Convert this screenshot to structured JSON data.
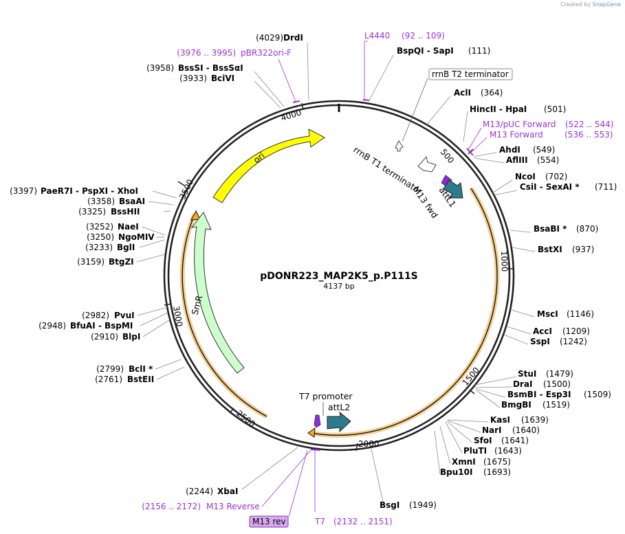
{
  "watermark": {
    "prefix": "Created by",
    "brand": "SnapGene"
  },
  "plasmid": {
    "name": "pDONR223_MAP2K5_p.P111S",
    "length": "4137 bp"
  },
  "ticks": [
    "500",
    "1000",
    "1500",
    "2000",
    "2500",
    "3000",
    "3500",
    "4000"
  ],
  "features": {
    "ori": "ori",
    "smr": "SmR",
    "rrnb_t1": "rrnB T1 terminator",
    "rrnb_t2": "rrnB T2 terminator",
    "m13_fwd": "M13 fwd",
    "attl1": "attL1",
    "t7_promoter": "T7 promoter",
    "attl2": "attL2",
    "m13_rev_box": "M13 rev"
  },
  "sites": [
    {
      "id": "drdi",
      "name": "DrdI",
      "pos": "(4029)"
    },
    {
      "id": "l4440",
      "name": "L4440",
      "pos": "(92 .. 109)"
    },
    {
      "id": "bspqi",
      "name": "BspQI  -  SapI",
      "pos": "(111)"
    },
    {
      "id": "pbr322",
      "name": "pBR322ori-F",
      "pos": "(3976 .. 3995)"
    },
    {
      "id": "bsssi",
      "name": "BssSI  -  BssSαI",
      "pos": "(3958)"
    },
    {
      "id": "bcivi",
      "name": "BciVI",
      "pos": "(3933)"
    },
    {
      "id": "acli",
      "name": "AclI",
      "pos": "(364)"
    },
    {
      "id": "hincii",
      "name": "HincII  -  HpaI",
      "pos": "(501)"
    },
    {
      "id": "m13puc",
      "name": "M13/pUC Forward",
      "pos": "(522 .. 544)"
    },
    {
      "id": "m13f",
      "name": "M13 Forward",
      "pos": "(536 .. 553)"
    },
    {
      "id": "ahdi",
      "name": "AhdI",
      "pos": "(549)"
    },
    {
      "id": "afliii",
      "name": "AflIII",
      "pos": "(554)"
    },
    {
      "id": "ncoi",
      "name": "NcoI",
      "pos": "(702)"
    },
    {
      "id": "csii",
      "name": "CsiI  -  SexAI *",
      "pos": "(711)"
    },
    {
      "id": "bsabi",
      "name": "BsaBI *",
      "pos": "(870)"
    },
    {
      "id": "bstxi",
      "name": "BstXI",
      "pos": "(937)"
    },
    {
      "id": "msci",
      "name": "MscI",
      "pos": "(1146)"
    },
    {
      "id": "acci",
      "name": "AccI",
      "pos": "(1209)"
    },
    {
      "id": "sspi",
      "name": "SspI",
      "pos": "(1242)"
    },
    {
      "id": "stui",
      "name": "StuI",
      "pos": "(1479)"
    },
    {
      "id": "drai",
      "name": "DraI",
      "pos": "(1500)"
    },
    {
      "id": "bsmbi",
      "name": "BsmBI  -  Esp3I",
      "pos": "(1509)"
    },
    {
      "id": "bmgbi",
      "name": "BmgBI",
      "pos": "(1519)"
    },
    {
      "id": "kasi",
      "name": "KasI",
      "pos": "(1639)"
    },
    {
      "id": "nari",
      "name": "NarI",
      "pos": "(1640)"
    },
    {
      "id": "sfoi",
      "name": "SfoI",
      "pos": "(1641)"
    },
    {
      "id": "pluti",
      "name": "PluTI",
      "pos": "(1643)"
    },
    {
      "id": "xmni",
      "name": "XmnI",
      "pos": "(1675)"
    },
    {
      "id": "bpu10i",
      "name": "Bpu10I",
      "pos": "(1693)"
    },
    {
      "id": "bsgi",
      "name": "BsgI",
      "pos": "(1949)"
    },
    {
      "id": "t7",
      "name": "T7",
      "pos": "(2132 .. 2151)"
    },
    {
      "id": "m13rev",
      "name": "M13 Reverse",
      "pos": "(2156 .. 2172)"
    },
    {
      "id": "xbai",
      "name": "XbaI",
      "pos": "(2244)"
    },
    {
      "id": "paer7i",
      "name": "PaeR7I  -  PspXI  -  XhoI",
      "pos": "(3397)"
    },
    {
      "id": "bsaai",
      "name": "BsaAI",
      "pos": "(3358)"
    },
    {
      "id": "bsshii",
      "name": "BssHII",
      "pos": "(3325)"
    },
    {
      "id": "naei",
      "name": "NaeI",
      "pos": "(3252)"
    },
    {
      "id": "ngomiv",
      "name": "NgoMIV",
      "pos": "(3250)"
    },
    {
      "id": "bgli",
      "name": "BglI",
      "pos": "(3233)"
    },
    {
      "id": "btgzi",
      "name": "BtgZI",
      "pos": "(3159)"
    },
    {
      "id": "pvui",
      "name": "PvuI",
      "pos": "(2982)"
    },
    {
      "id": "bfuai",
      "name": "BfuAI  -  BspMI",
      "pos": "(2948)"
    },
    {
      "id": "blpi",
      "name": "BlpI",
      "pos": "(2910)"
    },
    {
      "id": "bcli",
      "name": "BclI *",
      "pos": "(2799)"
    },
    {
      "id": "bsteii",
      "name": "BstEII",
      "pos": "(2761)"
    }
  ]
}
